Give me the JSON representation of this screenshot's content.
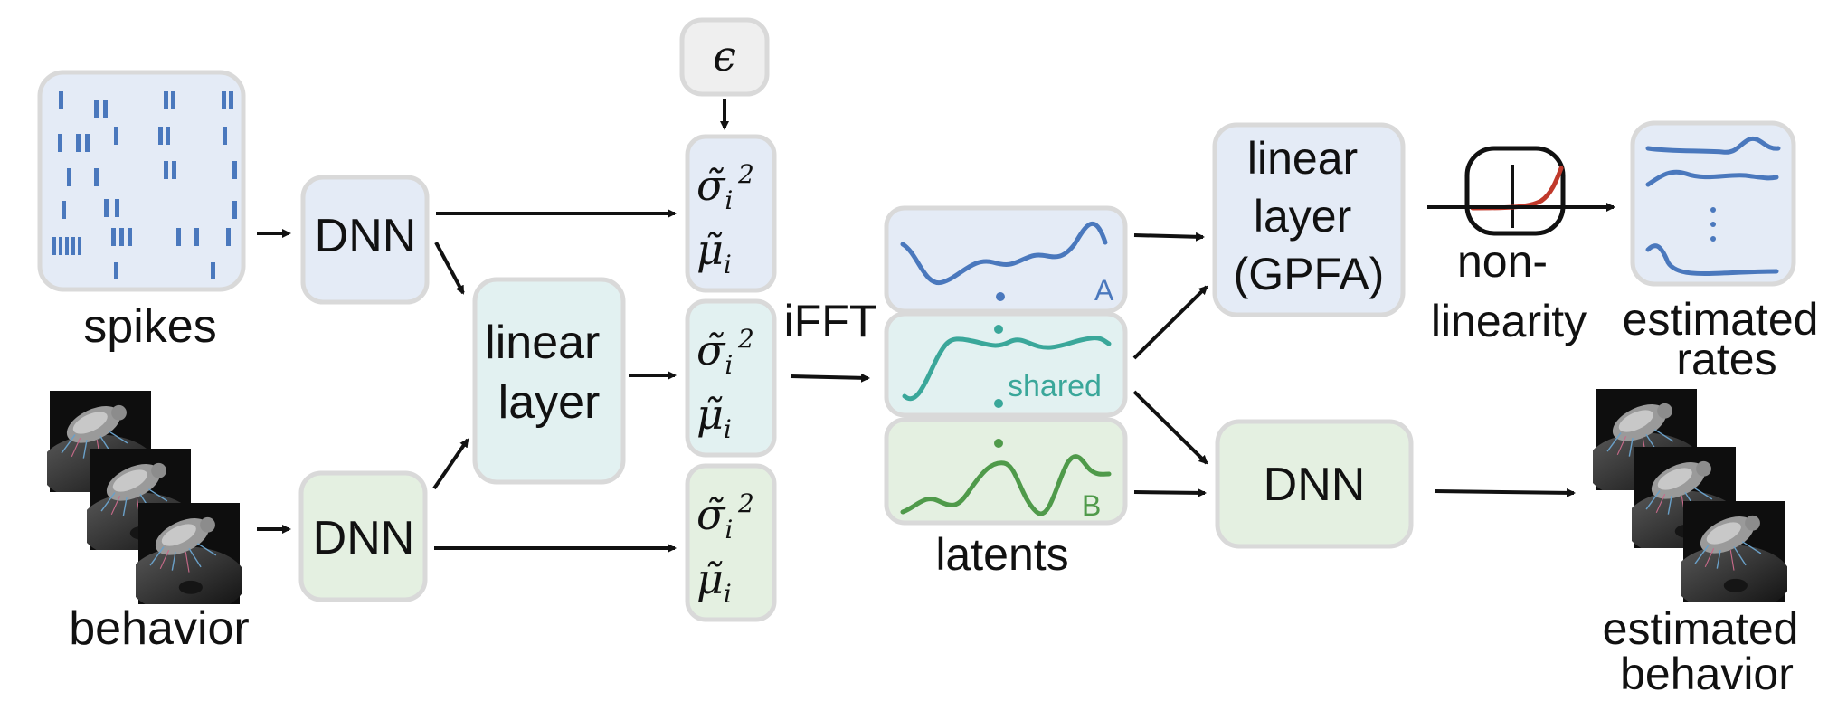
{
  "colors": {
    "blue_box": "#e4ebf6",
    "green_box": "#e4f0e1",
    "teal_box": "#e2f1f1",
    "gray_box": "#efefef",
    "border": "#d9d9d9",
    "blue_line": "#4a78bd",
    "teal_line": "#3aa79a",
    "green_line": "#4f9a4a",
    "red_curve": "#c0392b"
  },
  "inputs": {
    "spikes_label": "spikes",
    "behavior_label": "behavior"
  },
  "encoders": {
    "spikes_dnn": "DNN",
    "behavior_dnn": "DNN",
    "linear_layer": [
      "linear",
      "layer"
    ]
  },
  "noise": {
    "epsilon": "ϵ"
  },
  "params": {
    "sigma": "σ̃",
    "sigma_sub": "i",
    "sigma_sup": "2",
    "mu": "μ̃",
    "mu_sub": "i"
  },
  "transform_label": "iFFT",
  "latents": {
    "label": "latents",
    "a_tag": "A",
    "shared_tag": "shared",
    "b_tag": "B"
  },
  "decoders": {
    "gpfa": [
      "linear",
      "layer",
      "(GPFA)"
    ],
    "nonlinearity": [
      "non-",
      "linearity"
    ],
    "behavior_dnn": "DNN"
  },
  "outputs": {
    "rates_label": [
      "estimated",
      "rates"
    ],
    "behavior_label": [
      "estimated",
      "behavior"
    ]
  }
}
